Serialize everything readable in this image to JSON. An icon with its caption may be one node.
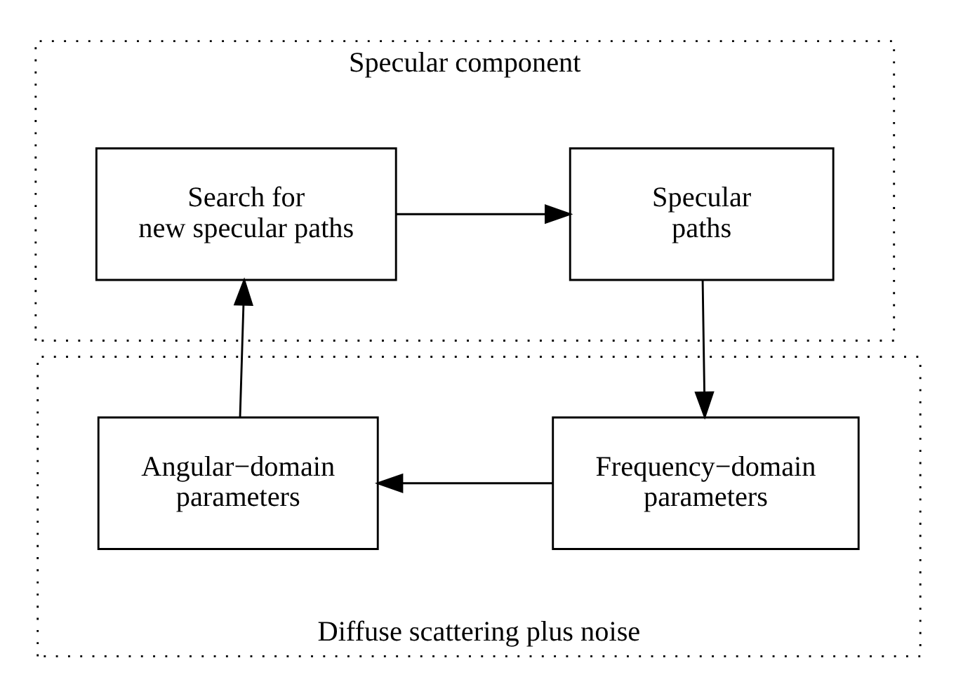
{
  "diagram": {
    "nodes": [
      {
        "text": [
          "Specular component"
        ]
      },
      {
        "text": [
          "Search for new specular paths"
        ],
        "in": 0
      },
      {
        "text": [
          "Specular paths"
        ],
        "in": 0
      },
      {
        "text": [
          "Diffuse scattering plus noise"
        ]
      },
      {
        "text": [
          "Angular−domain parameters"
        ],
        "in": 3
      },
      {
        "text": [
          "Frequency−domain parameters"
        ],
        "in": 3
      }
    ],
    "edges": [
      {
        "from": 1,
        "to": 2,
        "arrow": "to"
      },
      {
        "from": 2,
        "to": 5,
        "arrow": "to"
      },
      {
        "from": 5,
        "to": 4,
        "arrow": "to"
      },
      {
        "from": 4,
        "to": 1,
        "arrow": "to"
      }
    ]
  }
}
